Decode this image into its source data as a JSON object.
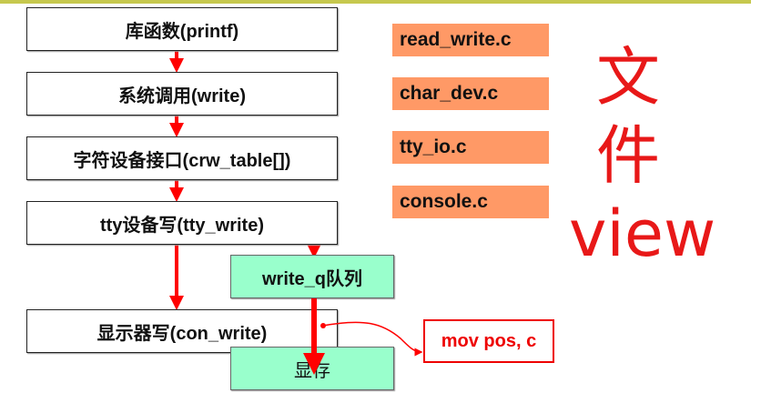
{
  "flow": {
    "library": "库函数(printf)",
    "syscall": "系统调用(write)",
    "char_dev": "字符设备接口(crw_table[])",
    "tty_write": "tty设备写(tty_write)",
    "write_q": "write_q队列",
    "con_write": "显示器写(con_write)",
    "vram": "显存"
  },
  "files": [
    "read_write.c",
    "char_dev.c",
    "tty_io.c",
    "console.c"
  ],
  "annotation": "mov pos, c",
  "handwriting": "文件 view",
  "colors": {
    "arrow": "#ff0000",
    "green": "#99ffcc",
    "orange": "#ff9966",
    "topline": "#c6c84e"
  }
}
